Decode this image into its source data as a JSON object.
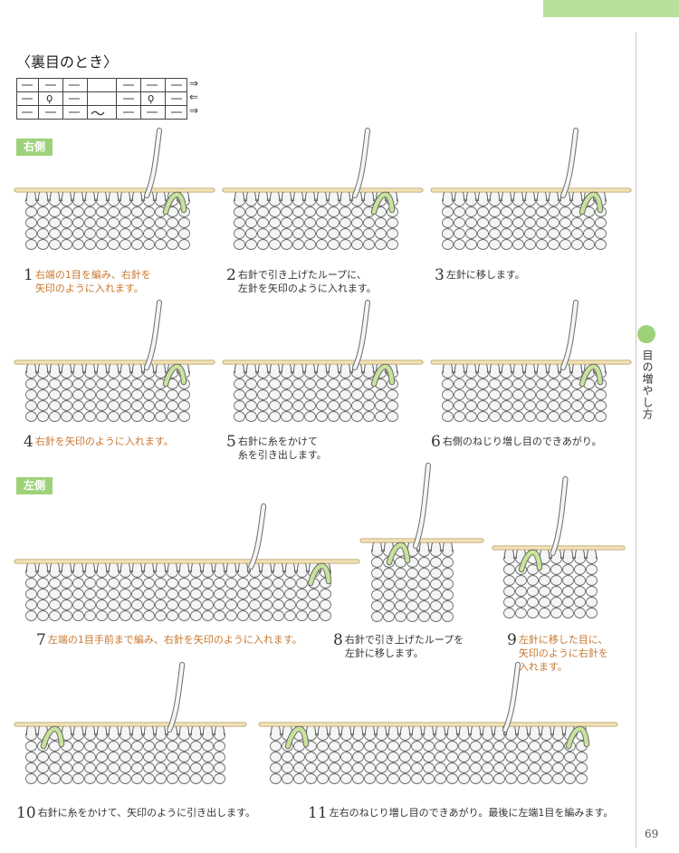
{
  "page": {
    "section_title": "〈裏目のとき〉",
    "side_label": "目の増やし方",
    "page_number": "69"
  },
  "chart": {
    "arrow_glyph": "⇒",
    "back_arrow_glyph": "⇐",
    "wave_glyph": "〜",
    "increase_symbol": "ϙ"
  },
  "sections": {
    "right": "右側",
    "left": "左側"
  },
  "steps": [
    {
      "num": "1",
      "text": "右端の1目を編み、右針を\n矢印のように入れます。"
    },
    {
      "num": "2",
      "text": "右針で引き上げたループに、\n左針を矢印のように入れます。"
    },
    {
      "num": "3",
      "text": "左針に移します。"
    },
    {
      "num": "4",
      "text": "右針を矢印のように入れます。"
    },
    {
      "num": "5",
      "text": "右針に糸をかけて\n糸を引き出します。"
    },
    {
      "num": "6",
      "text": "右側のねじり増し目のできあがり。"
    },
    {
      "num": "7",
      "text": "左端の1目手前まで編み、右針を矢印のように入れます。"
    },
    {
      "num": "8",
      "text": "右針で引き上げたループを\n左針に移します。"
    },
    {
      "num": "9",
      "text": "左針に移した目に、\n矢印のように右針を\n入れます。"
    },
    {
      "num": "10",
      "text": "右針に糸をかけて、矢印のように引き出します。"
    },
    {
      "num": "11",
      "text": "左右のねじり増し目のできあがり。最後に左端1目を編みます。"
    }
  ],
  "colors": {
    "accent_green": "#9ed27a",
    "yarn_fill": "#f4f5f5",
    "yarn_outline": "#6c6c6c",
    "needle": "#f1e2b6",
    "needle_outline": "#b39a5c",
    "highlight_yarn": "#c8e39a",
    "caption_orange": "#c9772e"
  }
}
